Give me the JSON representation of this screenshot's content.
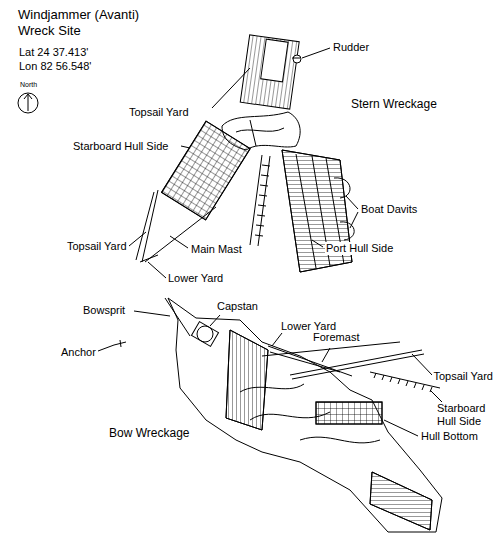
{
  "diagram": {
    "title": "Windjammer (Avanti) Wreck Site",
    "labels": [
      "Lat  24 37.413'",
      "Lon 82 56.548'",
      "North",
      "Rudder",
      "Topsail Yard",
      "Stern Wreckage",
      "Starboard Hull Side",
      "Boat Davits",
      "Topsail Yard",
      "Main Mast",
      "Lower Yard",
      "Port Hull Side",
      "Bowsprit",
      "Capstan",
      "Lower Yard",
      "Foremast",
      "Anchor",
      "Topsail Yard",
      "Starboard Hull Side",
      "Hull Bottom",
      "Bow Wreckage"
    ]
  }
}
